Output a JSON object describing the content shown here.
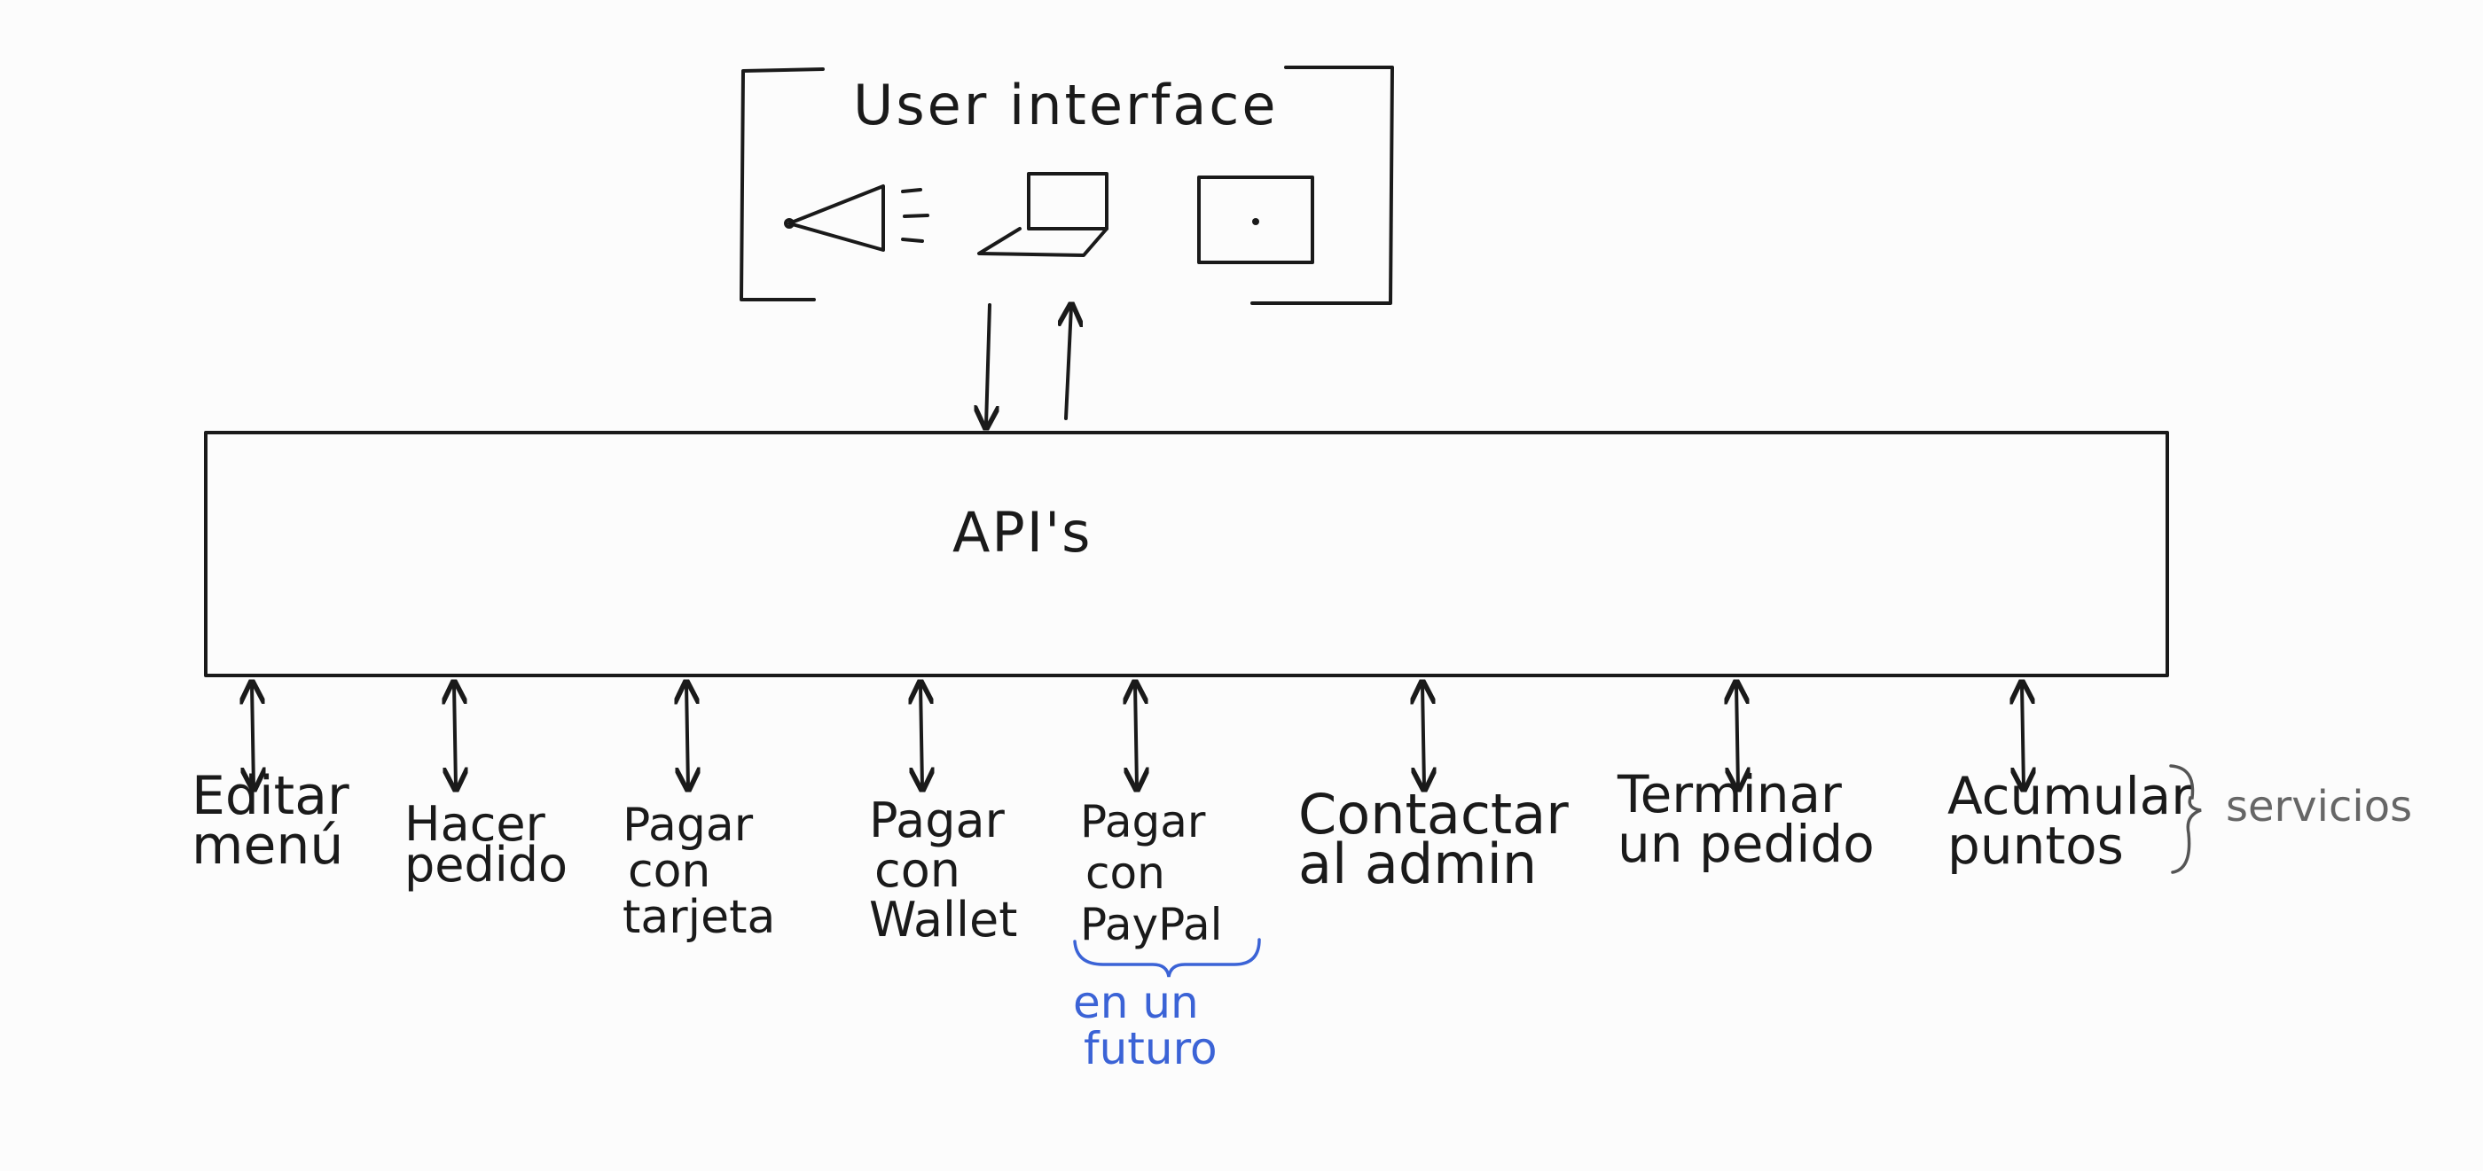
{
  "ui_box": {
    "title": "User interface"
  },
  "devices": [
    {
      "icon": "speaker-icon"
    },
    {
      "icon": "laptop-icon"
    },
    {
      "icon": "tablet-icon"
    }
  ],
  "api_box": {
    "label": "API's"
  },
  "services": [
    {
      "lines": [
        "Editar",
        "menú"
      ]
    },
    {
      "lines": [
        "Hacer",
        "pedido"
      ]
    },
    {
      "lines": [
        "Pagar",
        "con",
        "tarjeta"
      ]
    },
    {
      "lines": [
        "Pagar",
        "con",
        "Wallet"
      ]
    },
    {
      "lines": [
        "Pagar",
        "con",
        "PayPal"
      ]
    },
    {
      "lines": [
        "Contactar",
        "al admin"
      ]
    },
    {
      "lines": [
        "Terminar",
        "un pedido"
      ]
    },
    {
      "lines": [
        "Acumular",
        "puntos"
      ]
    }
  ],
  "future_note": {
    "lines": [
      "en un",
      "futuro"
    ],
    "color": "#3b63d6"
  },
  "services_label": {
    "text": "servicios"
  },
  "colors": {
    "ink": "#1a1a1a",
    "note": "#3b63d6",
    "label": "#666666"
  }
}
